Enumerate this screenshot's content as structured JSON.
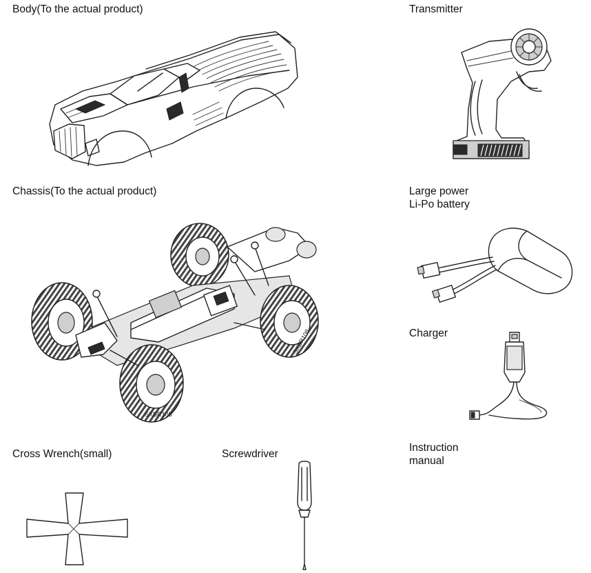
{
  "labels": {
    "body": "Body(To the actual product)",
    "transmitter": "Transmitter",
    "chassis": "Chassis(To the actual product)",
    "battery_line1": "Large power",
    "battery_line2": "Li-Po battery",
    "charger": "Charger",
    "wrench": "Cross Wrench(small)",
    "screwdriver": "Screwdriver",
    "manual_line1": "Instruction",
    "manual_line2": "manual"
  },
  "tire_text": "SXBR108"
}
